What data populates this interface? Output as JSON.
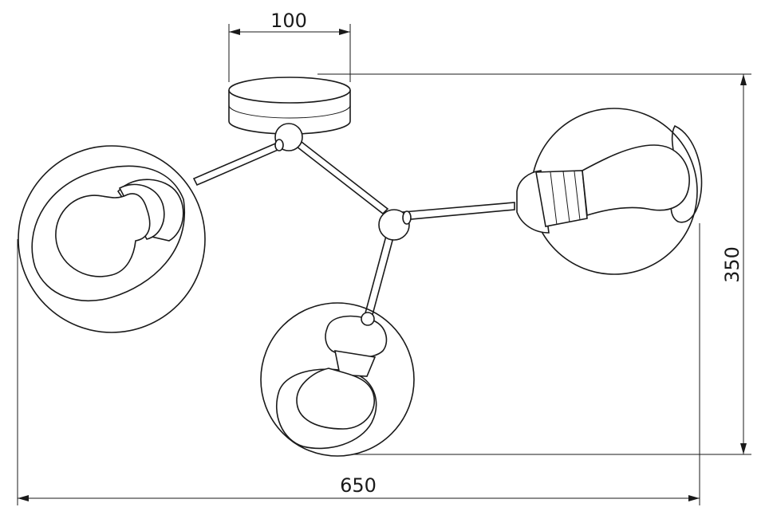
{
  "dimensions": {
    "width_top": "100",
    "height_right": "350",
    "width_bottom": "650"
  }
}
